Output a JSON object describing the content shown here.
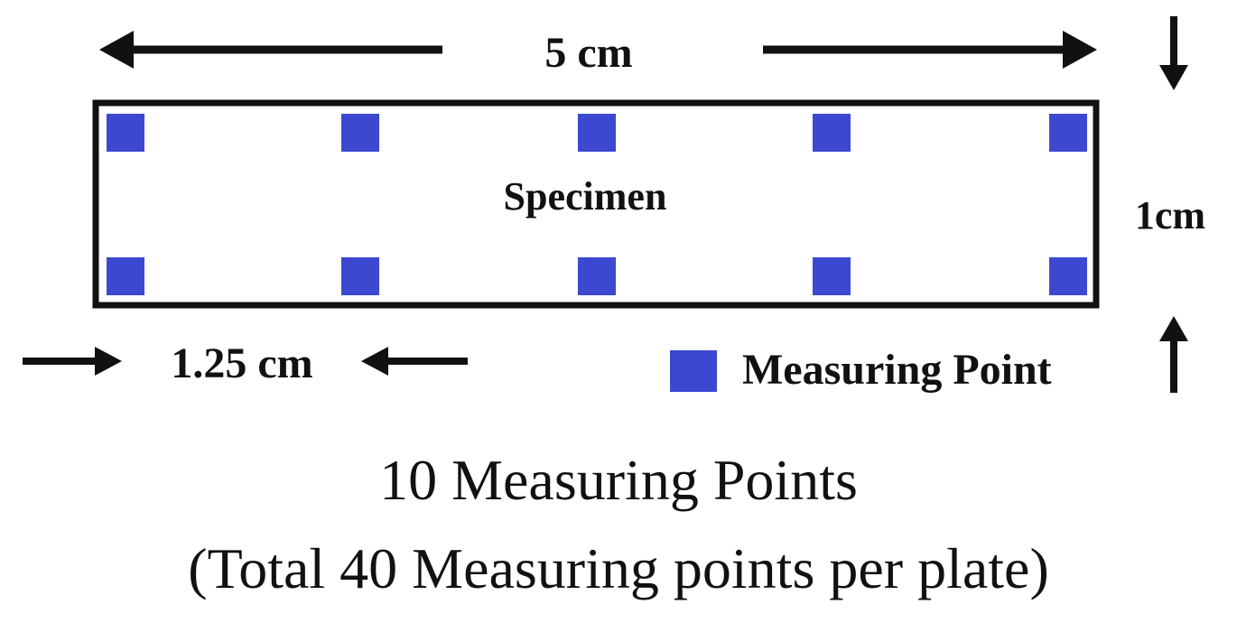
{
  "diagram": {
    "width_label": "5 cm",
    "height_label": "1cm",
    "spacing_label": "1.25 cm",
    "specimen_label": "Specimen",
    "legend_label": "Measuring Point",
    "caption_line1": "10 Measuring  Points",
    "caption_line2": "(Total 40 Measuring  points  per plate)",
    "point_color": "#3c48cf",
    "outline_color": "#111111",
    "points_per_row": 5,
    "rows": 2
  }
}
